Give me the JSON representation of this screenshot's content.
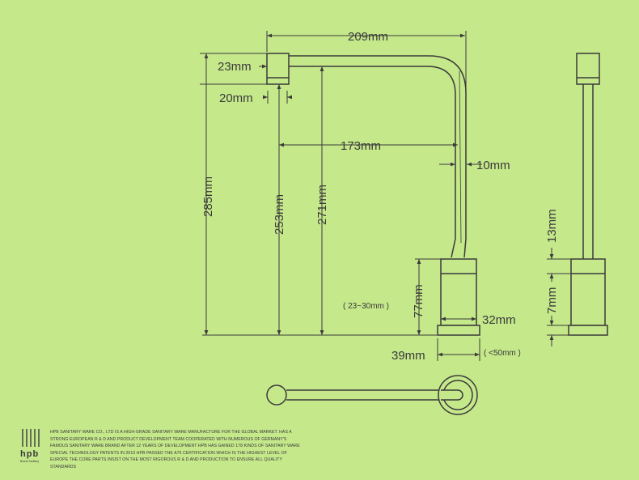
{
  "dimensions": {
    "d209": "209mm",
    "d23": "23mm",
    "d20": "20mm",
    "d173": "173mm",
    "d10": "10mm",
    "d285": "285mm",
    "d253": "253mm",
    "d271": "271mm",
    "d77": "77mm",
    "d32": "32mm",
    "d39": "39mm",
    "d13": "13mm",
    "d7": "7mm"
  },
  "notes": {
    "range": "( 23~30mm )",
    "max": "( <50mm )"
  },
  "brand": {
    "logo": "hpb",
    "tagline": "Brand Sanitary"
  },
  "footer": "HPB SANITARY WARE CO., LTD IS A HIGH-GRADE SANITARY WARE MANUFACTURE FOR THE GLOBAL MARKET. HAS A STRONG EUROPEAN R & D AND PRODUCT DEVELOPMENT TEAM COOPERATED WITH NUMEROUS OF GERMANY'S FAMOUS SANITARY WARE BRAND AFTER 12 YEARS OF DEVELOPMENT HPB HAS GAINED 178 KINDS OF SANITARY WARE SPECIAL TECHNOLOGY PATENTS IN 2013 HPB PASSED THE A75 CERTIFICATION WHICH IS THE HIGHEST LEVEL OF EUROPE THE CORE PARTS INSIST ON THE MOST RIGOROUS R & D AND PRODUCTION TO ENSURE ALL QUALITY STANDARDS",
  "colors": {
    "background": "#c5e88b",
    "line": "#3a3a3a",
    "part_fill": "#c5e88b"
  }
}
